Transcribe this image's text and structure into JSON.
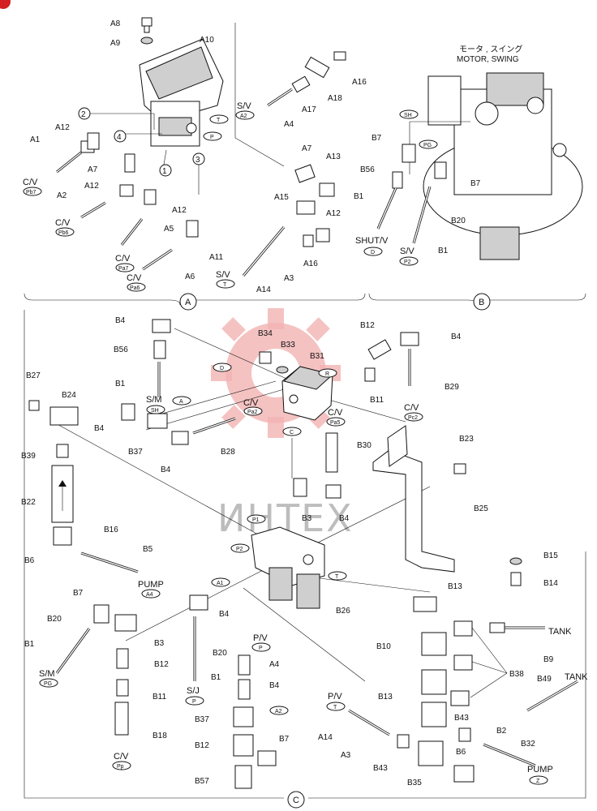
{
  "sections": [
    {
      "id": "A",
      "label": "A"
    },
    {
      "id": "B",
      "label": "B"
    },
    {
      "id": "C",
      "label": "C"
    }
  ],
  "motor_title_jp": "モータ , スイング",
  "motor_title_en": "MOTOR, SWING",
  "watermark": "ИНТЕХ",
  "labels_A": [
    "A8",
    "A9",
    "A10",
    "A1",
    "A12",
    "A7",
    "A2",
    "A12",
    "A12",
    "A5",
    "A6",
    "A11",
    "A7",
    "A13",
    "A15",
    "A12",
    "A16",
    "A3",
    "A14",
    "A16",
    "A18",
    "A17",
    "A4"
  ],
  "circled_numbers": [
    "2",
    "4",
    "1",
    "3"
  ],
  "port_text_A": [
    {
      "top": "C/V",
      "tag": "Pb7"
    },
    {
      "top": "C/V",
      "tag": "Pb6"
    },
    {
      "top": "C/V",
      "tag": "Pa7"
    },
    {
      "top": "C/V",
      "tag": "Pa6"
    },
    {
      "top": "S/V",
      "tag": "A2"
    },
    {
      "top": "S/V",
      "tag": "T"
    }
  ],
  "port_tags_A": [
    "T",
    "P"
  ],
  "labels_B": [
    "B7",
    "B56",
    "B1",
    "B7",
    "B20",
    "B1"
  ],
  "port_text_B": [
    {
      "tag": "SH"
    },
    {
      "tag": "PG"
    },
    {
      "top": "SHUT/V",
      "tag": "D"
    },
    {
      "top": "S/V",
      "tag": "P2"
    }
  ],
  "labels_C": [
    "B4",
    "B56",
    "B1",
    "B34",
    "B33",
    "B31",
    "B12",
    "B4",
    "B11",
    "B29",
    "B27",
    "B24",
    "B4",
    "B37",
    "B4",
    "B28",
    "B39",
    "B22",
    "B30",
    "B3",
    "B4",
    "B23",
    "B25",
    "B6",
    "B16",
    "B5",
    "B15",
    "B14",
    "B13",
    "B26",
    "B4",
    "B20",
    "B7",
    "B3",
    "B20",
    "B1",
    "B12",
    "B11",
    "B18",
    "A4",
    "B4",
    "B1",
    "B37",
    "B12",
    "B7",
    "B57",
    "B10",
    "B13",
    "B38",
    "B9",
    "B49",
    "B43",
    "B2",
    "B32",
    "A14",
    "A3",
    "B43",
    "B6",
    "B35"
  ],
  "port_text_C": [
    {
      "top": "S/M",
      "tag": "SH"
    },
    {
      "top": "C/V",
      "tag": "Pa2"
    },
    {
      "top": "C/V",
      "tag": "Pa5"
    },
    {
      "top": "C/V",
      "tag": "Pc2"
    },
    {
      "top": "PUMP",
      "tag": "A4"
    },
    {
      "top": "S/M",
      "tag": "PG"
    },
    {
      "top": "S/J",
      "tag": "P"
    },
    {
      "top": "P/V",
      "tag": "P"
    },
    {
      "top": "P/V",
      "tag": "T"
    },
    {
      "top": "C/V",
      "tag": "Pp"
    },
    {
      "top": "TANK"
    },
    {
      "top": "TANK"
    },
    {
      "top": "PUMP",
      "tag": "Z"
    }
  ],
  "block_tags_C": [
    "D",
    "R",
    "A",
    "C",
    "P1",
    "P2",
    "A1",
    "T",
    "A2"
  ]
}
